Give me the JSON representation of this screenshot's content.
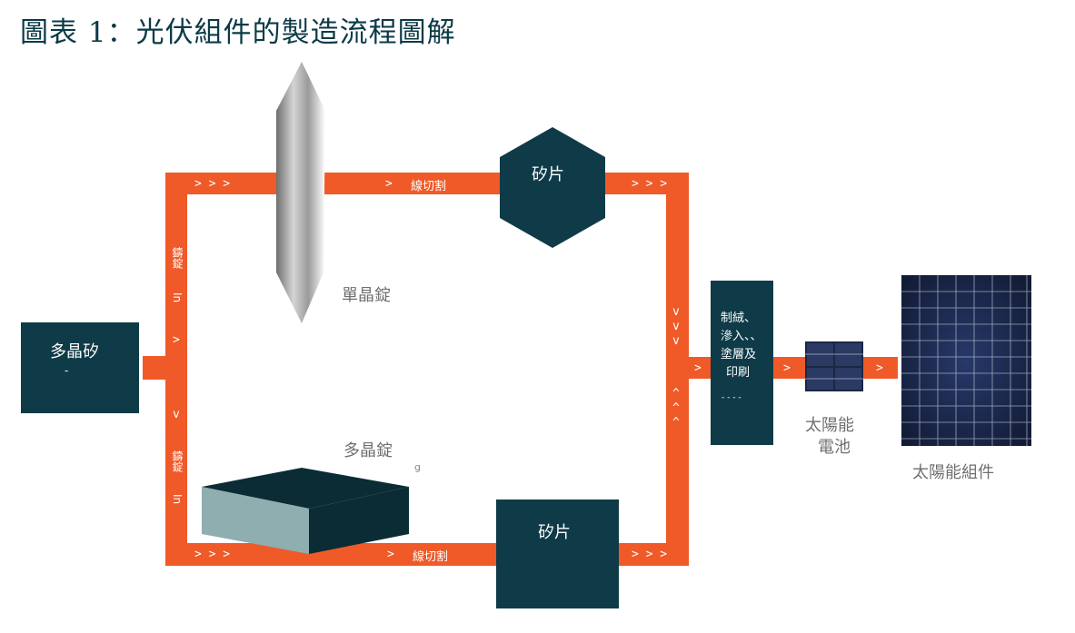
{
  "title": "圖表 1：光伏組件的製造流程圖解",
  "colors": {
    "band": "#ef5a28",
    "box": "#0f3b48",
    "text_gray": "#6f6f6f",
    "cell_blue": "#1f2d4f"
  },
  "nodes": {
    "polysilicon": {
      "label": "多晶矽",
      "sub": "-"
    },
    "mono_ingot": {
      "label": "單晶錠"
    },
    "multi_ingot": {
      "label": "多晶錠",
      "fragment": "g"
    },
    "wafer_top": {
      "label": "矽片"
    },
    "wafer_bottom": {
      "label": "矽片"
    },
    "process": {
      "line1": "制絨、",
      "line2": "滲入、、",
      "line3": "塗層及",
      "line4": "印刷",
      "dashes": "- - - -"
    },
    "cell": {
      "line1": "太陽能",
      "line2": "電池"
    },
    "module": {
      "label": "太陽能組件"
    }
  },
  "edges": {
    "top_cut": "線切割",
    "bottom_cut": "線切割",
    "cast_upper": "鑄錠",
    "cast_lower": "鑄錠",
    "cast_upper_mark": "In",
    "cast_lower_mark": "In",
    "arrow_right3": "> > >",
    "arrow_right1": ">",
    "arrow_down3": "v\nv\nv",
    "arrow_up3": "^\n^\n^",
    "arrow_up1": ">",
    "arrow_down1": "v"
  }
}
